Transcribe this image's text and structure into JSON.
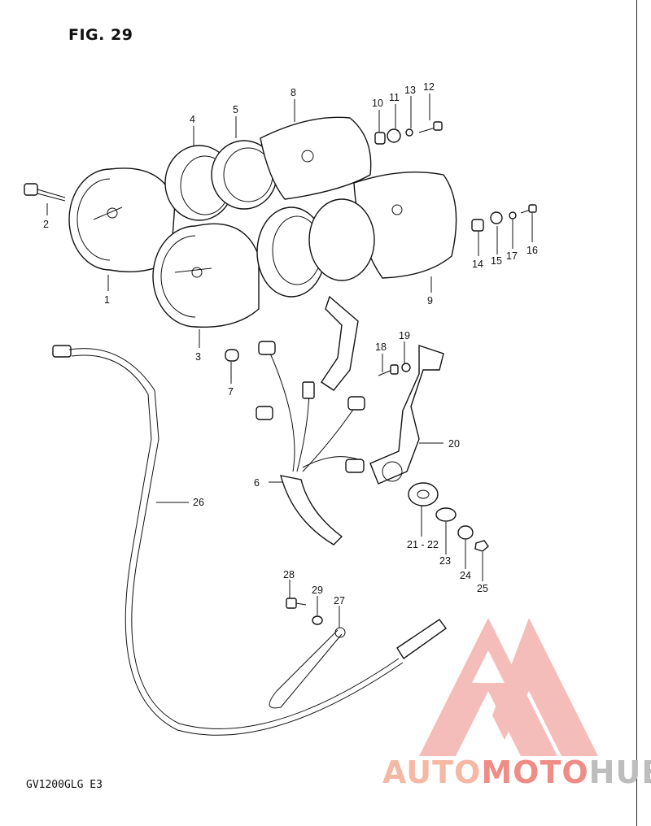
{
  "figure": {
    "title": "FIG. 29",
    "model_code": "GV1200GLG  E3"
  },
  "watermark": {
    "text_parts": [
      "AUTO",
      "MOTO",
      "HUB"
    ],
    "colors": {
      "light": "#f4b8a4",
      "mid": "#f08c86",
      "grey": "#bdbdbd",
      "triangle": "#f2a7a3"
    }
  },
  "callouts": [
    "1",
    "2",
    "3",
    "4",
    "5",
    "6",
    "7",
    "8",
    "9",
    "10",
    "11",
    "12",
    "13",
    "14",
    "15",
    "16",
    "17",
    "18",
    "19",
    "20",
    "21 - 22",
    "23",
    "24",
    "25",
    "26",
    "27",
    "28",
    "29"
  ]
}
